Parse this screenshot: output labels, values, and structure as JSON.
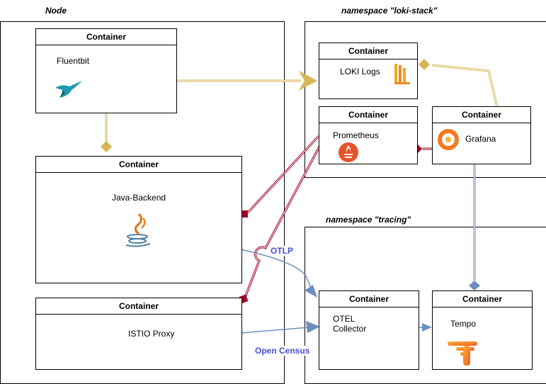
{
  "zones": {
    "node": {
      "title": "Node"
    },
    "loki_stack": {
      "title": "namespace \"loki-stack\""
    },
    "tracing": {
      "title": "namespace \"tracing\""
    }
  },
  "containers": {
    "fluentbit": {
      "header": "Container",
      "label": "Fluentbit",
      "icon": "hummingbird-icon"
    },
    "java_backend": {
      "header": "Container",
      "label": "Java-Backend",
      "icon": "java-icon"
    },
    "istio_proxy": {
      "header": "Container",
      "label": "ISTIO Proxy"
    },
    "loki_logs": {
      "header": "Container",
      "label": "LOKI Logs",
      "icon": "loki-icon"
    },
    "prometheus": {
      "header": "Container",
      "label": "Prometheus",
      "icon": "prometheus-icon"
    },
    "grafana": {
      "header": "Container",
      "label": "Grafana",
      "icon": "grafana-icon"
    },
    "otel_collector": {
      "header": "Container",
      "label": "OTEL\nCollector"
    },
    "tempo": {
      "header": "Container",
      "label": "Tempo",
      "icon": "tempo-icon"
    }
  },
  "edge_labels": {
    "otlp": "OTLP",
    "open_census": "Open Census"
  },
  "colors": {
    "loki_line": "#d6b656",
    "prometheus_line": "#a20025",
    "tracing_line": "#6c8ebf",
    "edge_label": "#4a4fd4"
  }
}
